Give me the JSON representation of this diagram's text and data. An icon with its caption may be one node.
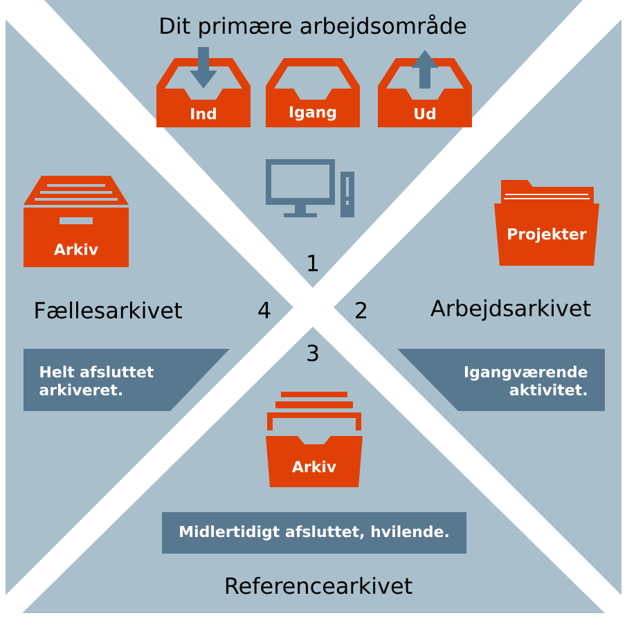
{
  "diagram": {
    "nodes": [
      {
        "text": [
          "Dit primære arbejdsområde",
          "1"
        ]
      },
      {
        "text": [
          "Ind"
        ],
        "in": 0
      },
      {
        "text": [
          "Igang"
        ],
        "in": 0
      },
      {
        "text": [
          "Ud"
        ],
        "in": 0
      },
      {
        "text": [
          "Fællesarkivet",
          "4"
        ]
      },
      {
        "text": [
          "Arkiv"
        ],
        "in": 4
      },
      {
        "text": [
          "Helt afsluttet arkiveret."
        ],
        "in": 4
      },
      {
        "text": [
          "2",
          "Arbejdsarkivet"
        ]
      },
      {
        "text": [
          "Projekter"
        ],
        "in": 7
      },
      {
        "text": [
          "Igangværende aktivitet."
        ],
        "in": 7
      },
      {
        "text": [
          "3",
          "Referencearkivet"
        ]
      },
      {
        "text": [
          "Arkiv"
        ],
        "in": 10
      },
      {
        "text": [
          "Midlertidigt afsluttet, hvilende."
        ],
        "in": 10
      }
    ]
  }
}
